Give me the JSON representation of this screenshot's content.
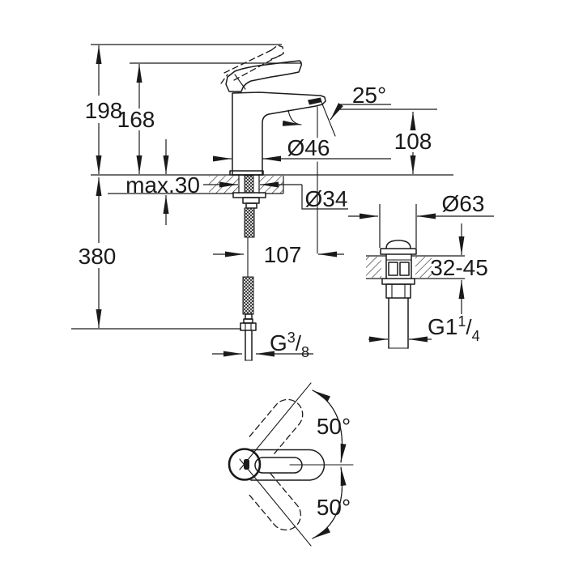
{
  "colors": {
    "ink": "#1a1a1a",
    "background": "#ffffff"
  },
  "labels": {
    "total_height": "198",
    "lever_height": "168",
    "hose_length": "380",
    "deck_thickness_front": "max.30",
    "spout_angle": "25°",
    "body_diameter": "Ø46",
    "spout_height": "108",
    "hole_diameter": "Ø34",
    "spout_reach": "107",
    "waste_flange_diameter": "Ø63",
    "deck_thickness_waste": "32-45",
    "supply_thread": {
      "main": "G",
      "sup": "3",
      "slash": "/",
      "sub": "8"
    },
    "waste_thread": {
      "main": "G1",
      "sup": "1",
      "slash": "/",
      "sub": "4"
    },
    "swivel_upper": "50°",
    "swivel_lower": "50°"
  }
}
